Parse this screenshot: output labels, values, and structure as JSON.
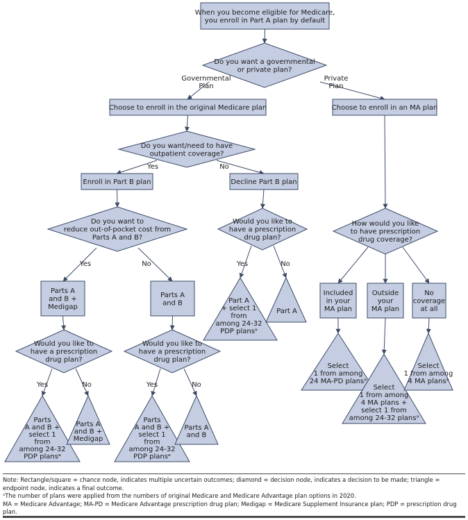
{
  "nodes": [
    {
      "id": "start",
      "shape": "rect",
      "lines": [
        "When you become eligible for Medicare,",
        "you enroll in Part A plan by default"
      ]
    },
    {
      "id": "q_gov",
      "shape": "diamond",
      "lines": [
        "Do you want a governmental",
        "or private plan?"
      ]
    },
    {
      "id": "orig",
      "shape": "rect",
      "lines": [
        "Choose to enroll in the original Medicare plan"
      ]
    },
    {
      "id": "ma",
      "shape": "rect",
      "lines": [
        "Choose to enroll in an MA plan"
      ]
    },
    {
      "id": "q_out",
      "shape": "diamond",
      "lines": [
        "Do you want/need to have",
        "outpatient coverage?"
      ]
    },
    {
      "id": "partb",
      "shape": "rect",
      "lines": [
        "Enroll in Part B plan"
      ]
    },
    {
      "id": "declb",
      "shape": "rect",
      "lines": [
        "Decline Part B plan"
      ]
    },
    {
      "id": "q_red",
      "shape": "diamond",
      "lines": [
        "Do you want to",
        "reduce out-of-pocket cost from",
        "Parts A and B?"
      ]
    },
    {
      "id": "q_presc1",
      "shape": "diamond",
      "lines": [
        "Would you like to",
        "have a prescription",
        "drug plan?"
      ]
    },
    {
      "id": "q_ma",
      "shape": "diamond",
      "lines": [
        "How would you like",
        "to have prescription",
        "drug coverage?"
      ]
    },
    {
      "id": "abmed",
      "shape": "rect",
      "lines": [
        "Parts A",
        "and B +",
        "Medigap"
      ]
    },
    {
      "id": "ab",
      "shape": "rect",
      "lines": [
        "Parts A",
        "and B"
      ]
    },
    {
      "id": "t_pa_pdp",
      "shape": "triangle",
      "lines": [
        "Part A",
        "+ select 1",
        "from",
        "among 24-32",
        "PDP plansᵃ"
      ]
    },
    {
      "id": "t_pa",
      "shape": "triangle",
      "lines": [
        "Part A"
      ]
    },
    {
      "id": "incl",
      "shape": "rect",
      "lines": [
        "Included",
        "in your",
        "MA plan"
      ]
    },
    {
      "id": "outside",
      "shape": "rect",
      "lines": [
        "Outside",
        "your",
        "MA plan"
      ]
    },
    {
      "id": "nocov",
      "shape": "rect",
      "lines": [
        "No",
        "coverage",
        "at all"
      ]
    },
    {
      "id": "q_presc2",
      "shape": "diamond",
      "lines": [
        "Would you like to",
        "have a prescription",
        "drug plan?"
      ]
    },
    {
      "id": "q_presc3",
      "shape": "diamond",
      "lines": [
        "Would you like to",
        "have a prescription",
        "drug plan?"
      ]
    },
    {
      "id": "t_mapd",
      "shape": "triangle",
      "lines": [
        "Select",
        "1 from among",
        "24 MA-PD plansᵃ"
      ]
    },
    {
      "id": "t_ma_pdp",
      "shape": "triangle",
      "lines": [
        "Select",
        "1 from among",
        "4 MA plans +",
        "select 1 from",
        "among 24-32 plansᵃ"
      ]
    },
    {
      "id": "t_ma4",
      "shape": "triangle",
      "lines": [
        "Select",
        "1 from among",
        "4 MA plansᵃ"
      ]
    },
    {
      "id": "t_abmed_pdp",
      "shape": "triangle",
      "lines": [
        "Parts",
        "A and B +",
        "select 1",
        "from",
        "among 24-32",
        "PDP plansᵃ"
      ]
    },
    {
      "id": "t_abmed",
      "shape": "triangle",
      "lines": [
        "Parts A",
        "and B +",
        "Medigap"
      ]
    },
    {
      "id": "t_ab_pdp",
      "shape": "triangle",
      "lines": [
        "Parts",
        "A and B +",
        "select 1",
        "from",
        "among 24-32",
        "PDP plansᵃ"
      ]
    },
    {
      "id": "t_ab",
      "shape": "triangle",
      "lines": [
        "Parts A",
        "and B"
      ]
    }
  ],
  "edge_labels": [
    {
      "id": "gov",
      "lines": [
        "Governmental",
        "Plan"
      ]
    },
    {
      "id": "priv",
      "lines": [
        "Private",
        "Plan"
      ]
    },
    {
      "id": "out_yes",
      "lines": [
        "Yes"
      ]
    },
    {
      "id": "out_no",
      "lines": [
        "No"
      ]
    },
    {
      "id": "red_yes",
      "lines": [
        "Yes"
      ]
    },
    {
      "id": "red_no",
      "lines": [
        "No"
      ]
    },
    {
      "id": "p1_yes",
      "lines": [
        "Yes"
      ]
    },
    {
      "id": "p1_no",
      "lines": [
        "No"
      ]
    },
    {
      "id": "p2_yes",
      "lines": [
        "Yes"
      ]
    },
    {
      "id": "p2_no",
      "lines": [
        "No"
      ]
    },
    {
      "id": "p3_yes",
      "lines": [
        "Yes"
      ]
    },
    {
      "id": "p3_no",
      "lines": [
        "No"
      ]
    }
  ],
  "notes": [
    "Note: Rectangle/square = chance node, indicates multiple uncertain outcomes; diamond = decision node, indicates a decision to be made; triangle = endpoint node, indicates a final outcome.",
    "ᵃThe number of plans were applied from the numbers of original Medicare and Medicare Advantage plan options in 2020.",
    "MA = Medicare Advantage; MA-PD = Medicare Advantage prescription drug plan; Medigap = Medicare Supplement Insurance plan; PDP = prescription drug plan."
  ],
  "colors": {
    "fill": "#c5cde2",
    "stroke": "#3b4a66"
  }
}
